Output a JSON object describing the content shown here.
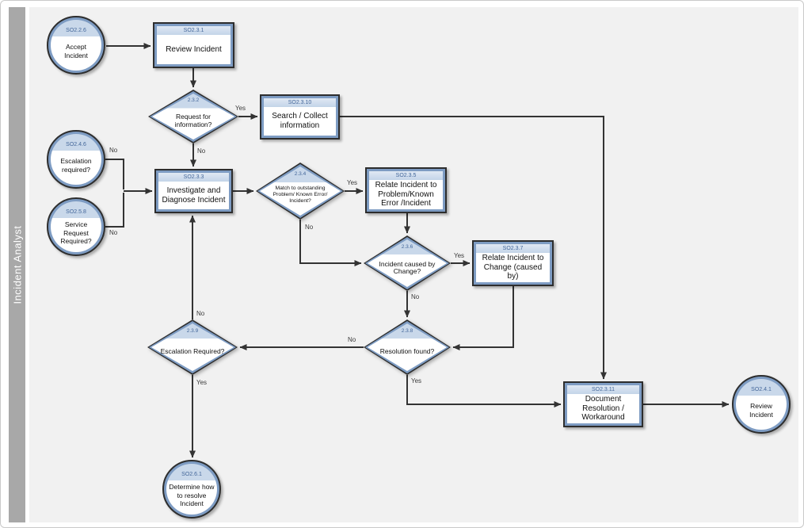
{
  "lane": {
    "title": "Incident Analyst"
  },
  "nodes": {
    "accept_incident": {
      "id": "SO2.2.6",
      "label": "Accept Incident",
      "shape": "circle"
    },
    "review_incident_box": {
      "id": "SO2.3.1",
      "label": "Review Incident",
      "shape": "process"
    },
    "request_for_information": {
      "id": "2.3.2",
      "label": "Request for information?",
      "shape": "decision"
    },
    "search_collect_information": {
      "id": "SO2.3.10",
      "label": "Search / Collect information",
      "shape": "process"
    },
    "escalation_required_start": {
      "id": "SO2.4.6",
      "label": "Escalation required?",
      "shape": "circle"
    },
    "service_request_required": {
      "id": "SO2.5.8",
      "label": "Service Request Required?",
      "shape": "circle"
    },
    "investigate_diagnose": {
      "id": "SO2.3.3",
      "label": "Investigate and Diagnose Incident",
      "shape": "process"
    },
    "match_outstanding": {
      "id": "2.3.4",
      "label": "Match to outstanding Problem/ Known Error/ Incident?",
      "shape": "decision"
    },
    "relate_problem": {
      "id": "SO2.3.5",
      "label": "Relate Incident to Problem/Known Error /Incident",
      "shape": "process"
    },
    "incident_caused_by_change": {
      "id": "2.3.6",
      "label": "Incident caused by Change?",
      "shape": "decision"
    },
    "relate_change": {
      "id": "SO2.3.7",
      "label": "Relate Incident to Change (caused by)",
      "shape": "process"
    },
    "resolution_found": {
      "id": "2.3.8",
      "label": "Resolution found?",
      "shape": "decision"
    },
    "escalation_required_decision": {
      "id": "2.3.9",
      "label": "Escalation Required?",
      "shape": "decision"
    },
    "determine_resolve": {
      "id": "SO2.6.1",
      "label": "Determine how to resolve Incident",
      "shape": "circle"
    },
    "document_resolution": {
      "id": "SO2.3.11",
      "label": "Document Resolution / Workaround",
      "shape": "process"
    },
    "review_incident_end": {
      "id": "SO2.4.1",
      "label": "Review Incident",
      "shape": "circle"
    }
  },
  "edge_labels": {
    "request_info_yes": "Yes",
    "request_info_no": "No",
    "escalation_start_no": "No",
    "service_request_no": "No",
    "match_yes": "Yes",
    "match_no": "No",
    "caused_change_yes": "Yes",
    "caused_change_no": "No",
    "resolution_no": "No",
    "resolution_yes": "Yes",
    "escalation_decision_no": "No",
    "escalation_decision_yes": "Yes"
  },
  "colors": {
    "shape_border": "#2d2d2d",
    "shape_accent": "#7e9cc3",
    "header_fill": "#c9d8ea",
    "header_text": "#44679a",
    "lane_fill": "#a8a8a8",
    "canvas_fill": "#f1f1f1",
    "connector": "#333333"
  }
}
